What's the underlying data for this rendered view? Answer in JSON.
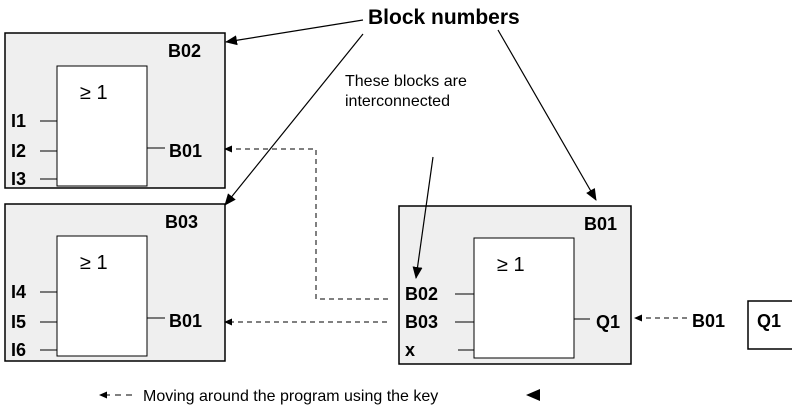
{
  "heading": "Block numbers",
  "note_line1": "These blocks are",
  "note_line2": "interconnected",
  "caption": "Moving around the program using the key",
  "or_symbol": "≥ 1",
  "block_b02": {
    "id": "B02",
    "inputs": [
      "I1",
      "I2",
      "I3"
    ],
    "output": "B01"
  },
  "block_b03": {
    "id": "B03",
    "inputs": [
      "I4",
      "I5",
      "I6"
    ],
    "output": "B01"
  },
  "block_b01": {
    "id": "B01",
    "inputs": [
      "B02",
      "B03",
      "x"
    ],
    "output": "Q1"
  },
  "output_ref": {
    "source": "B01",
    "target": "Q1"
  },
  "colors": {
    "block_fill": "#efefef",
    "line": "#000000",
    "background": "#ffffff"
  }
}
